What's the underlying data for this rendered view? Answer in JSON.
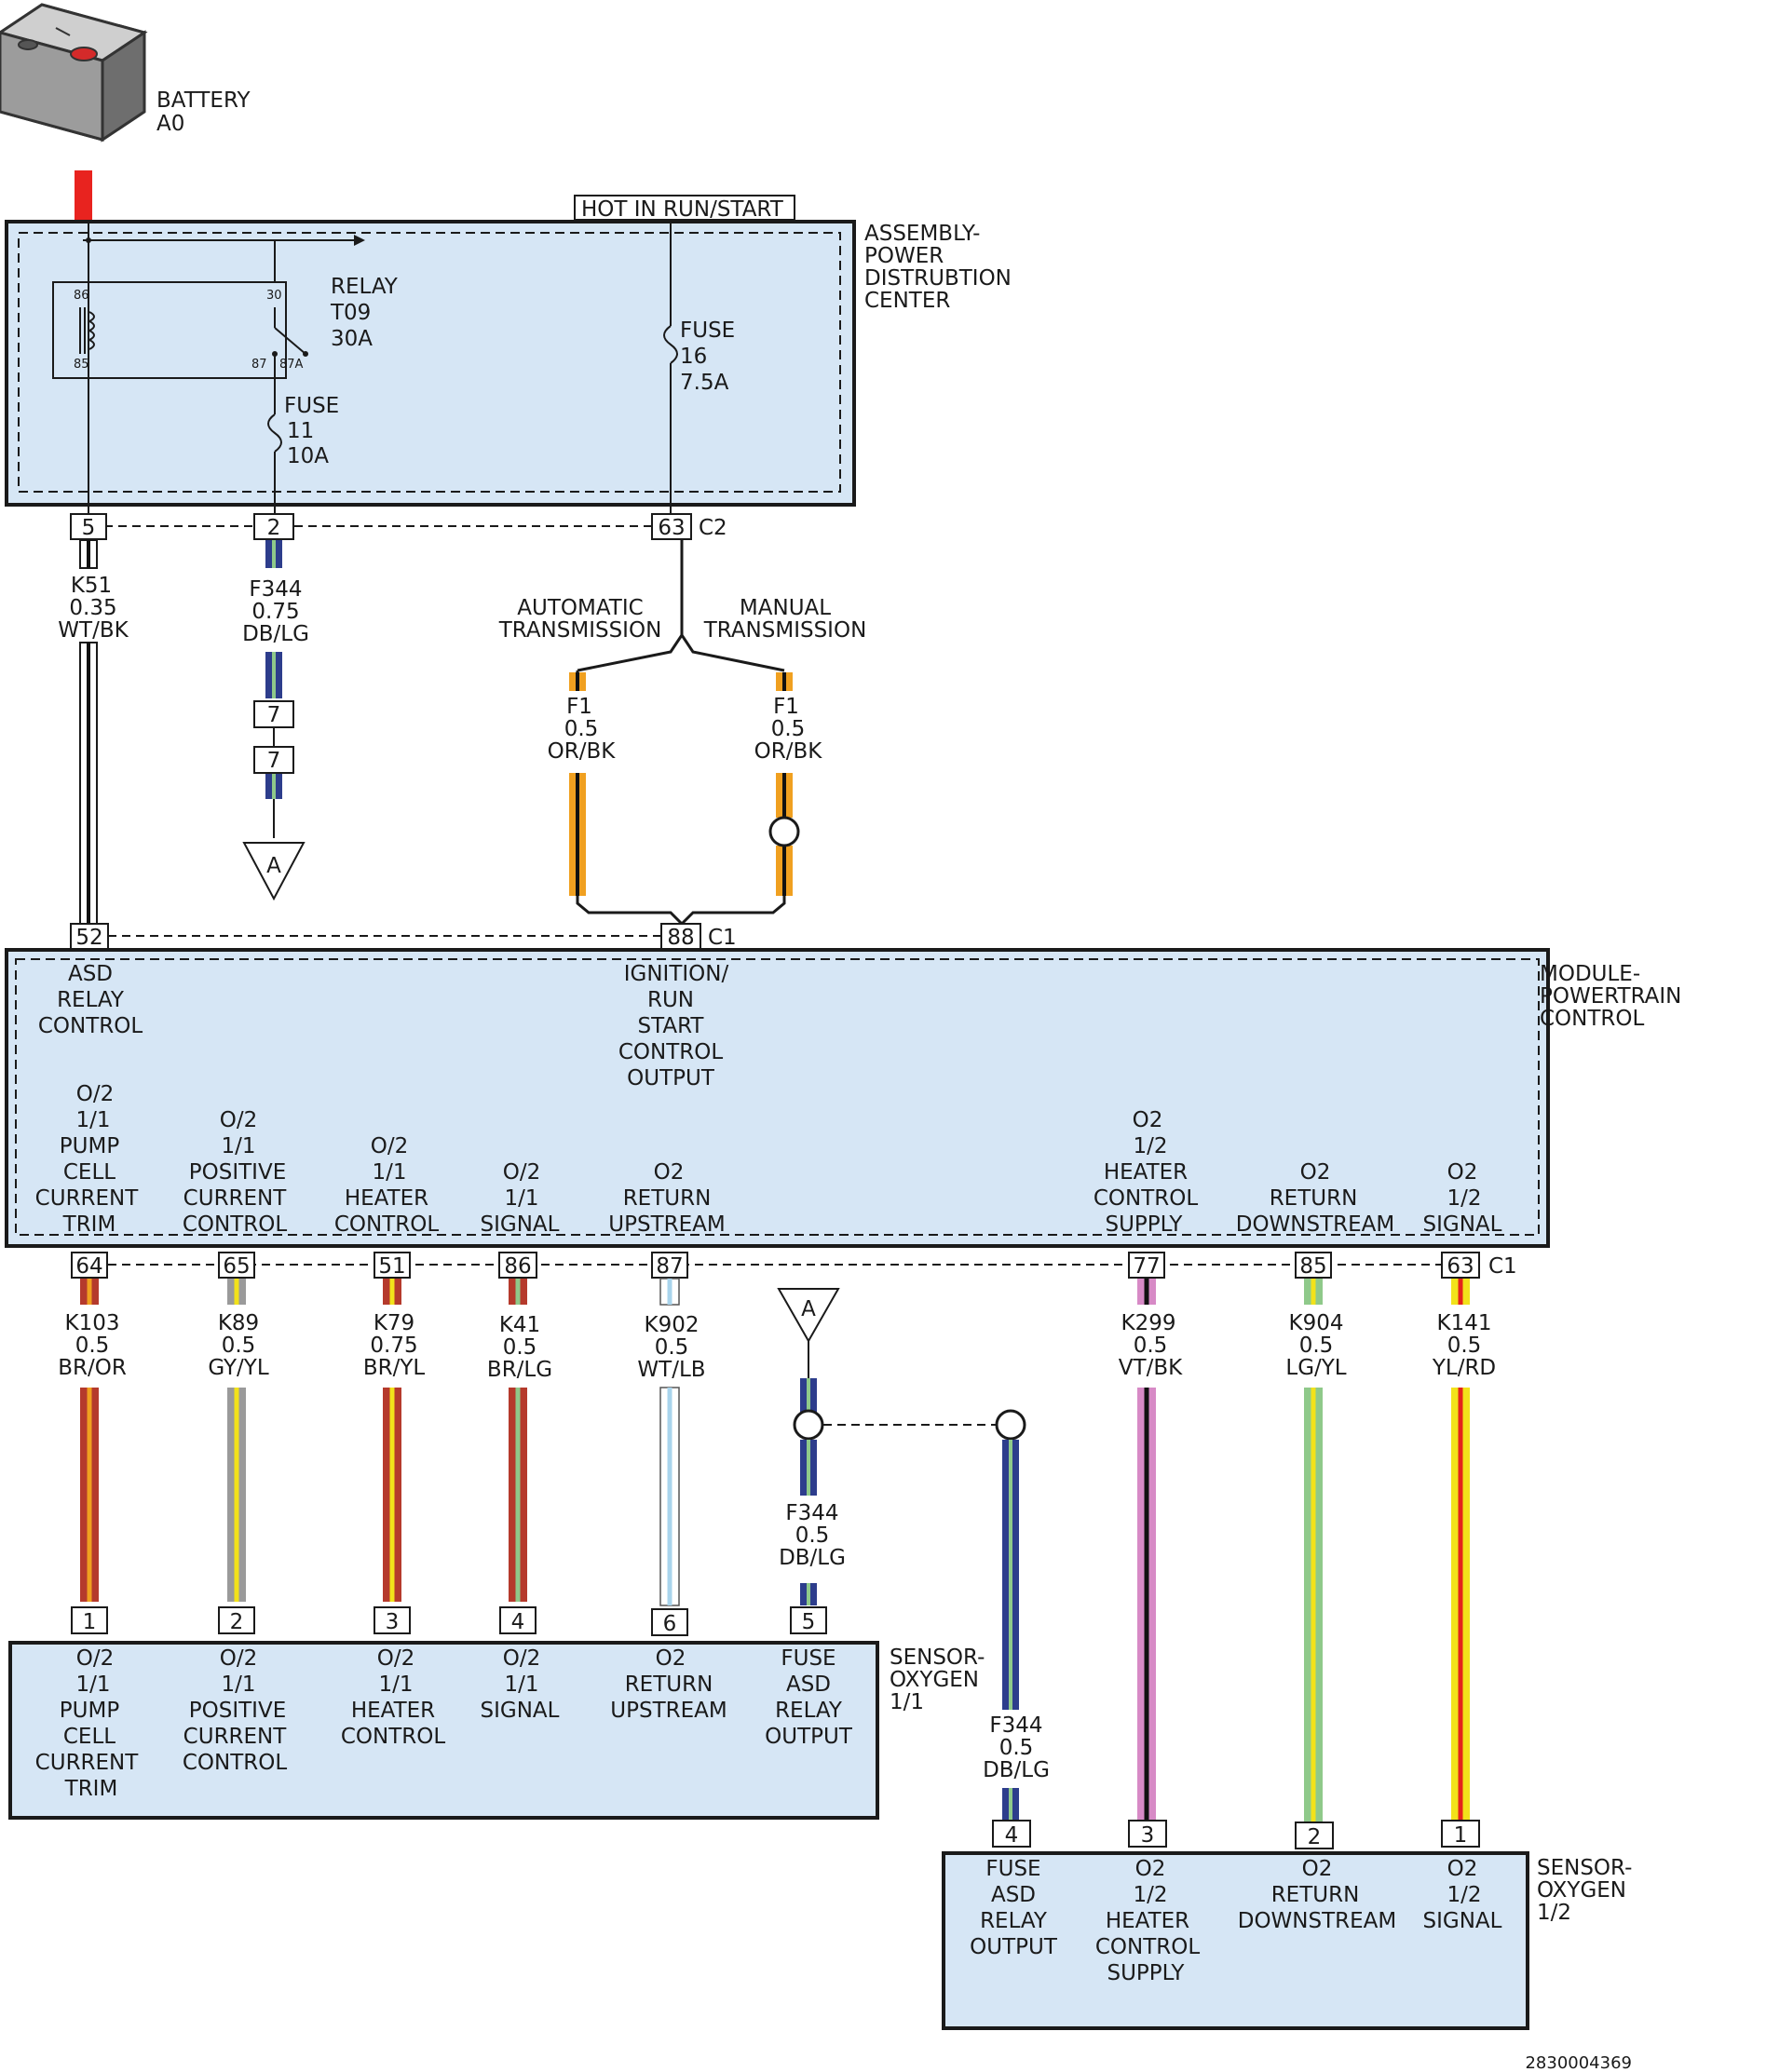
{
  "colors": {
    "module_fill": "#d6e6f5",
    "battery_cable": "#e8231f",
    "wire_wt": "#ffffff",
    "wire_bk": "#111111",
    "wire_db": "#2d3d8c",
    "wire_lg": "#8fc98a",
    "wire_or": "#f0a020",
    "wire_br": "#b53a2c",
    "wire_gy": "#9a9a9a",
    "wire_yl": "#f2e21a",
    "wire_lb": "#a9d4ec",
    "wire_vt": "#d78ac6",
    "wire_rd": "#e4231b"
  },
  "battery": {
    "name": "BATTERY",
    "id": "A0",
    "icon": "battery-icon"
  },
  "pdc": {
    "title": [
      "ASSEMBLY-",
      "POWER",
      "DISTRUBTION",
      "CENTER"
    ],
    "hot_label": "HOT IN RUN/START",
    "relay": {
      "lines": [
        "RELAY",
        "T09",
        "30A"
      ],
      "pins": [
        "86",
        "85",
        "30",
        "87",
        "87A"
      ]
    },
    "fuse11": [
      "FUSE",
      "11",
      "10A"
    ],
    "fuse16": [
      "FUSE",
      "16",
      "7.5A"
    ],
    "connector": "C2",
    "pins": [
      "5",
      "2",
      "63"
    ]
  },
  "branches": [
    "AUTOMATIC",
    "TRANSMISSION",
    "MANUAL",
    "TRANSMISSION"
  ],
  "wires_upper": [
    {
      "circuit": "K51",
      "gauge": "0.35",
      "color": "WT/BK"
    },
    {
      "circuit": "F344",
      "gauge": "0.75",
      "color": "DB/LG"
    },
    {
      "circuit": "F1",
      "gauge": "0.5",
      "color": "OR/BK"
    },
    {
      "circuit": "F1",
      "gauge": "0.5",
      "color": "OR/BK"
    }
  ],
  "inline_pins": [
    "7",
    "7"
  ],
  "splice_ref": "A",
  "pcm": {
    "title": [
      "MODULE-",
      "POWERTRAIN",
      "CONTROL"
    ],
    "connector": "C1",
    "top_pins": [
      "52",
      "88"
    ],
    "top_labels": [
      [
        "ASD",
        "RELAY",
        "CONTROL"
      ],
      [
        "IGNITION/",
        "RUN",
        "START",
        "CONTROL",
        "OUTPUT"
      ]
    ],
    "bottom_labels": [
      [
        "O/2",
        "1/1",
        "PUMP",
        "CELL",
        "CURRENT",
        "TRIM"
      ],
      [
        "O/2",
        "1/1",
        "POSITIVE",
        "CURRENT",
        "CONTROL"
      ],
      [
        "O/2",
        "1/1",
        "HEATER",
        "CONTROL"
      ],
      [
        "O/2",
        "1/1",
        "SIGNAL"
      ],
      [
        "O2",
        "RETURN",
        "UPSTREAM"
      ],
      [
        "O2",
        "1/2",
        "HEATER",
        "CONTROL",
        "SUPPLY"
      ],
      [
        "O2",
        "RETURN",
        "DOWNSTREAM"
      ],
      [
        "O2",
        "1/2",
        "SIGNAL"
      ]
    ],
    "bottom_pins": [
      "64",
      "65",
      "51",
      "86",
      "87",
      "77",
      "85",
      "63"
    ]
  },
  "wires_lower": [
    {
      "circuit": "K103",
      "gauge": "0.5",
      "color": "BR/OR"
    },
    {
      "circuit": "K89",
      "gauge": "0.5",
      "color": "GY/YL"
    },
    {
      "circuit": "K79",
      "gauge": "0.75",
      "color": "BR/YL"
    },
    {
      "circuit": "K41",
      "gauge": "0.5",
      "color": "BR/LG"
    },
    {
      "circuit": "K902",
      "gauge": "0.5",
      "color": "WT/LB"
    },
    {
      "circuit": "K299",
      "gauge": "0.5",
      "color": "VT/BK"
    },
    {
      "circuit": "K904",
      "gauge": "0.5",
      "color": "LG/YL"
    },
    {
      "circuit": "K141",
      "gauge": "0.5",
      "color": "YL/RD"
    },
    {
      "circuit": "F344",
      "gauge": "0.5",
      "color": "DB/LG"
    },
    {
      "circuit": "F344",
      "gauge": "0.5",
      "color": "DB/LG"
    }
  ],
  "sensor11": {
    "title": [
      "SENSOR-",
      "OXYGEN",
      "1/1"
    ],
    "pins": [
      "1",
      "2",
      "3",
      "4",
      "6",
      "5"
    ],
    "labels": [
      [
        "O/2",
        "1/1",
        "PUMP",
        "CELL",
        "CURRENT",
        "TRIM"
      ],
      [
        "O/2",
        "1/1",
        "POSITIVE",
        "CURRENT",
        "CONTROL"
      ],
      [
        "O/2",
        "1/1",
        "HEATER",
        "CONTROL"
      ],
      [
        "O/2",
        "1/1",
        "SIGNAL"
      ],
      [
        "O2",
        "RETURN",
        "UPSTREAM"
      ],
      [
        "FUSE",
        "ASD",
        "RELAY",
        "OUTPUT"
      ]
    ]
  },
  "sensor12": {
    "title": [
      "SENSOR-",
      "OXYGEN",
      "1/2"
    ],
    "pins": [
      "4",
      "3",
      "2",
      "1"
    ],
    "labels": [
      [
        "FUSE",
        "ASD",
        "RELAY",
        "OUTPUT"
      ],
      [
        "O2",
        "1/2",
        "HEATER",
        "CONTROL",
        "SUPPLY"
      ],
      [
        "O2",
        "RETURN",
        "DOWNSTREAM"
      ],
      [
        "O2",
        "1/2",
        "SIGNAL"
      ]
    ]
  },
  "figure_id": "2830004369"
}
